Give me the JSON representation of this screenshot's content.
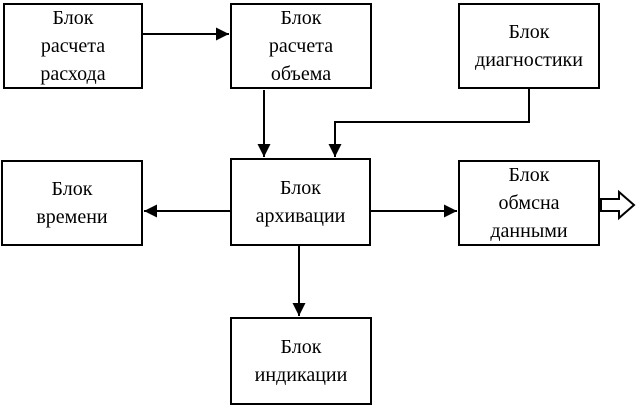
{
  "diagram": {
    "colors": {
      "background": "#ffffff",
      "line": "#000000",
      "box_fill": "#ffffff",
      "text": "#000000"
    },
    "blocks": {
      "flow_calc": {
        "lines": [
          "Блок",
          "расчета",
          "расхода"
        ]
      },
      "volume_calc": {
        "lines": [
          "Блок",
          "расчета",
          "объема"
        ]
      },
      "diagnostics": {
        "lines": [
          "Блок",
          "диагностики"
        ]
      },
      "time": {
        "lines": [
          "Блок",
          "времени"
        ]
      },
      "archive": {
        "lines": [
          "Блок",
          "архивации"
        ]
      },
      "data_exchange": {
        "lines": [
          "Блок",
          "обмсна",
          "данными"
        ]
      },
      "indication": {
        "lines": [
          "Блок",
          "индикации"
        ]
      }
    },
    "edges": [
      {
        "from": "flow_calc",
        "to": "volume_calc",
        "style": "solid-arrow"
      },
      {
        "from": "volume_calc",
        "to": "archive",
        "style": "solid-arrow"
      },
      {
        "from": "diagnostics",
        "to": "archive",
        "style": "solid-arrow-elbow"
      },
      {
        "from": "archive",
        "to": "time",
        "style": "solid-arrow"
      },
      {
        "from": "archive",
        "to": "data_exchange",
        "style": "solid-arrow"
      },
      {
        "from": "archive",
        "to": "indication",
        "style": "solid-arrow"
      },
      {
        "from": "data_exchange",
        "to": "external-output",
        "style": "hollow-arrow"
      }
    ]
  }
}
